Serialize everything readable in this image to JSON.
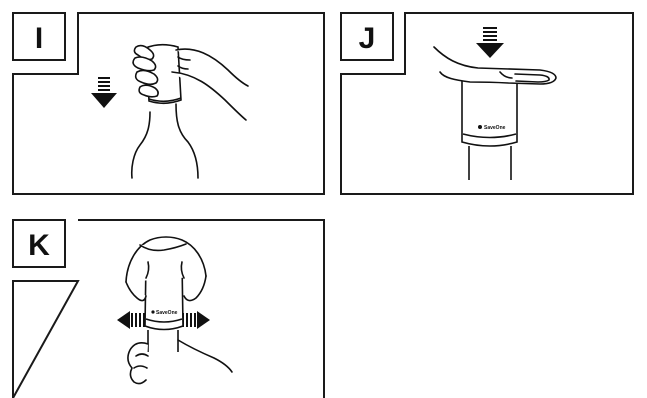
{
  "panels": [
    {
      "id": "I",
      "label": "I",
      "step": "press-stopper-into-bottle-neck"
    },
    {
      "id": "J",
      "label": "J",
      "step": "press-down-on-top-of-stopper"
    },
    {
      "id": "K",
      "label": "K",
      "step": "squeeze-sides-to-release-stopper"
    }
  ],
  "brand_mark": "SaveOne",
  "colors": {
    "ink": "#111111",
    "paper": "#ffffff",
    "rule": "#1a1a1a"
  },
  "icons": [
    "down-arrow-icon",
    "left-arrow-icon",
    "right-arrow-icon",
    "hand-icon",
    "bottle-icon",
    "stopper-icon"
  ]
}
